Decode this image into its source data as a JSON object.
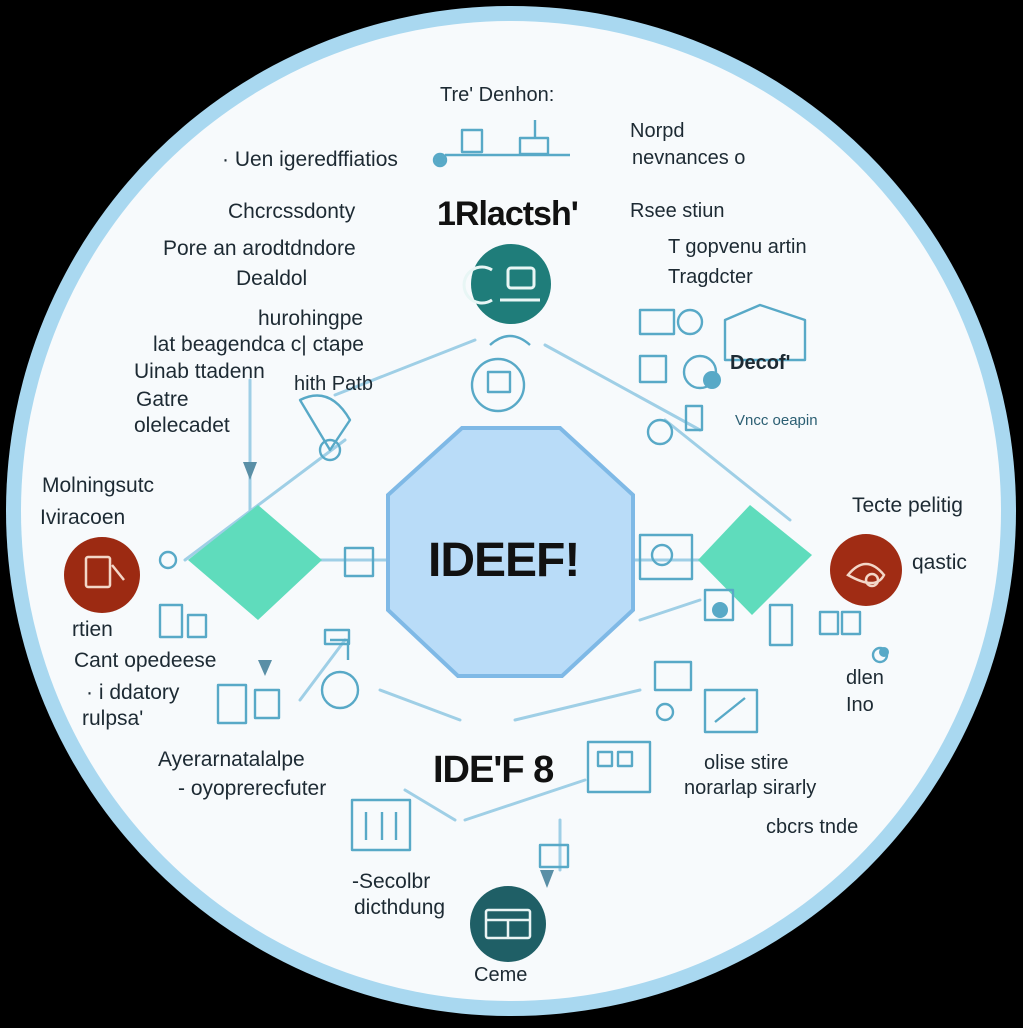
{
  "center": {
    "title": "IDEEF!"
  },
  "top_node": {
    "heading": "1Rlactsh'",
    "caption": "Tre' Denhon:"
  },
  "bottom_node": {
    "heading": "IDE'F 8",
    "caption": "Ceme"
  },
  "left_block": {
    "line1": "Chcrcssdonty",
    "line2": "Pore an arodtdndore",
    "line3": "Dealdol",
    "line4": "hurohingpe",
    "line5": "lat beagendca c| ctape",
    "line6": "Uinab ttadenn",
    "line6b": "hith Patb",
    "line7": "Gatre",
    "line8": "olelecadet"
  },
  "top_left_label": "· Uen igeredffiatios",
  "top_right_block": {
    "line1": "Norpd",
    "line2": "nevnances o",
    "line3": "Rsee stiun",
    "line4": "T gopvenu artin",
    "line5": "Tragdcter"
  },
  "right_upper": {
    "heading": "Decof'",
    "sub": "Vncc oeapin"
  },
  "left_mid": {
    "line1": "Molningsutc",
    "line2": "Iviracoen"
  },
  "left_low": {
    "line1": "rtien",
    "line2": "Cant opedeese",
    "line3": "· i ddatory",
    "line4": "rulpsa'"
  },
  "right_mid": {
    "line1": "Tecte pelitig",
    "line2": "qastic"
  },
  "right_low": {
    "line1": "dlen",
    "line2": "Ino",
    "line3": "olise stire",
    "line4": "norarlap sirarly",
    "line5": "cbcrs tnde"
  },
  "bottom_left": {
    "line1": "Ayerarnatalalpe",
    "line2": "- oyoprerecfuter"
  },
  "bottom_center_left": {
    "line1": "-Secolbr",
    "line2": "dicthdung"
  },
  "colors": {
    "ring": "#a9d8f0",
    "background": "#f7fafc",
    "hexagon_fill": "#b9dcf8",
    "hexagon_stroke": "#7fb9e6",
    "diamond": "#5fdcbc",
    "teal_node": "#1f7d7a",
    "red_node": "#9c2a12",
    "connector": "#9fcfe6"
  }
}
